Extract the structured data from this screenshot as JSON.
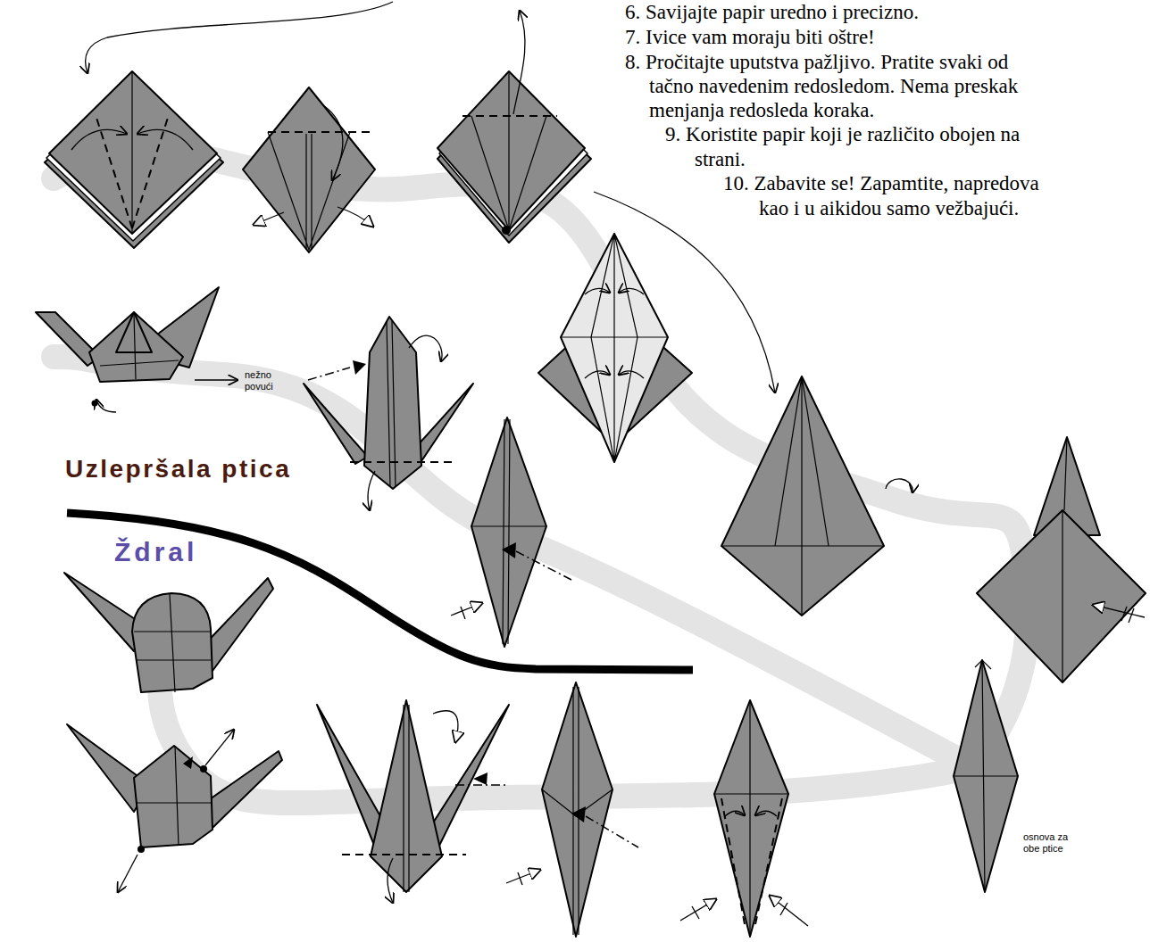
{
  "diagram": {
    "labels": [
      "6. Savijajte papir uredno i precizno.",
      "7. Ivice vam moraju biti oštre!",
      "8. Pročitajte uputstva pažljivo. Pratite svaki od",
      "tačno navedenim redosledom. Nema preskak",
      "menjanja redosleda koraka.",
      "9. Koristite papir koji je različito obojen na",
      "strani.",
      "10. Zabavite se! Zapamtite, napredova",
      "kao i u aikidou samo vežbajući.",
      "nežno povući",
      "Uzlepršala ptica",
      "Ždral",
      "osnova za obe ptice"
    ]
  }
}
